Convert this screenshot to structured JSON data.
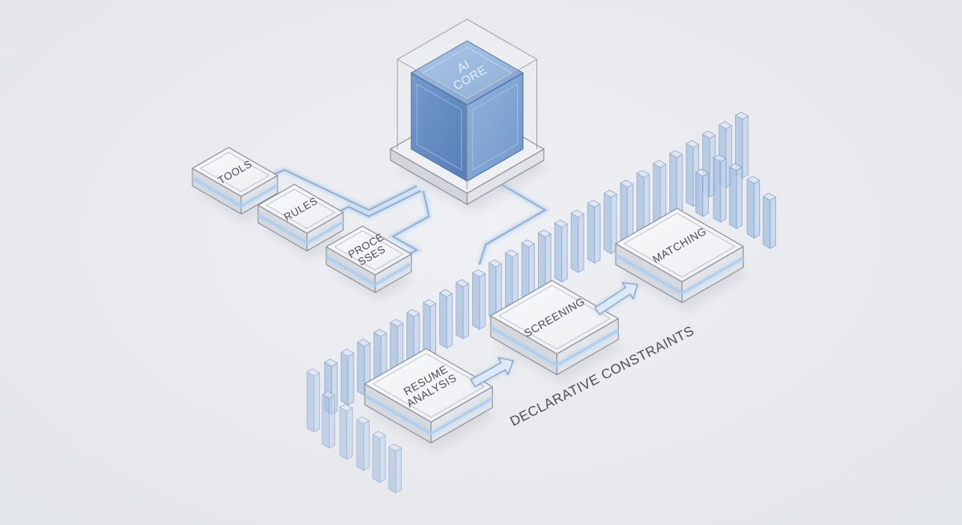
{
  "diagram": {
    "core": {
      "label_line1": "AI",
      "label_line2": "CORE",
      "color": "#5b86c0"
    },
    "inputs": [
      {
        "id": "tools",
        "lines": [
          "TOOLS"
        ]
      },
      {
        "id": "rules",
        "lines": [
          "RULES"
        ]
      },
      {
        "id": "processes",
        "lines": [
          "PROCE",
          "SSES"
        ]
      }
    ],
    "pipeline": [
      {
        "id": "resume-analysis",
        "lines": [
          "RESUME",
          "ANALYSIS"
        ]
      },
      {
        "id": "screening",
        "lines": [
          "SCREENING"
        ]
      },
      {
        "id": "matching",
        "lines": [
          "MATCHING"
        ]
      }
    ],
    "constraint_label": "DECLARATIVE CONSTRAINTS",
    "colors": {
      "background": "#e8eaee",
      "node_top": "#f4f5f7",
      "node_side": "#d9dce1",
      "node_stroke": "#8a8f98",
      "glow": "#a9cdf0",
      "bar_fill": "#9fbbdd",
      "text": "#4a4f57"
    }
  }
}
